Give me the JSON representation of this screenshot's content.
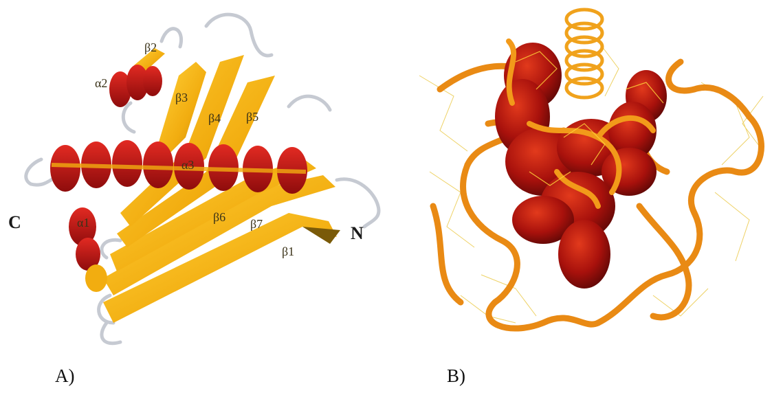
{
  "figure": {
    "panel_a": {
      "caption": "A)",
      "labels": {
        "alpha1": "α1",
        "alpha2": "α2",
        "alpha3": "α3",
        "beta1": "β1",
        "beta2": "β2",
        "beta3": "β3",
        "beta4": "β4",
        "beta5": "β5",
        "beta6": "β6",
        "beta7": "β7",
        "c_term": "C",
        "n_term": "N"
      }
    },
    "panel_b": {
      "caption": "B)"
    }
  },
  "colors": {
    "helix_red": "#c8141a",
    "strand_yellow": "#f2b012",
    "strand_dark": "#b8860b",
    "loop_gray": "#c9cdd4",
    "ribbon_orange": "#e98a14",
    "cavity_red": "#a8110c",
    "stick_yellow": "#e8c230"
  }
}
